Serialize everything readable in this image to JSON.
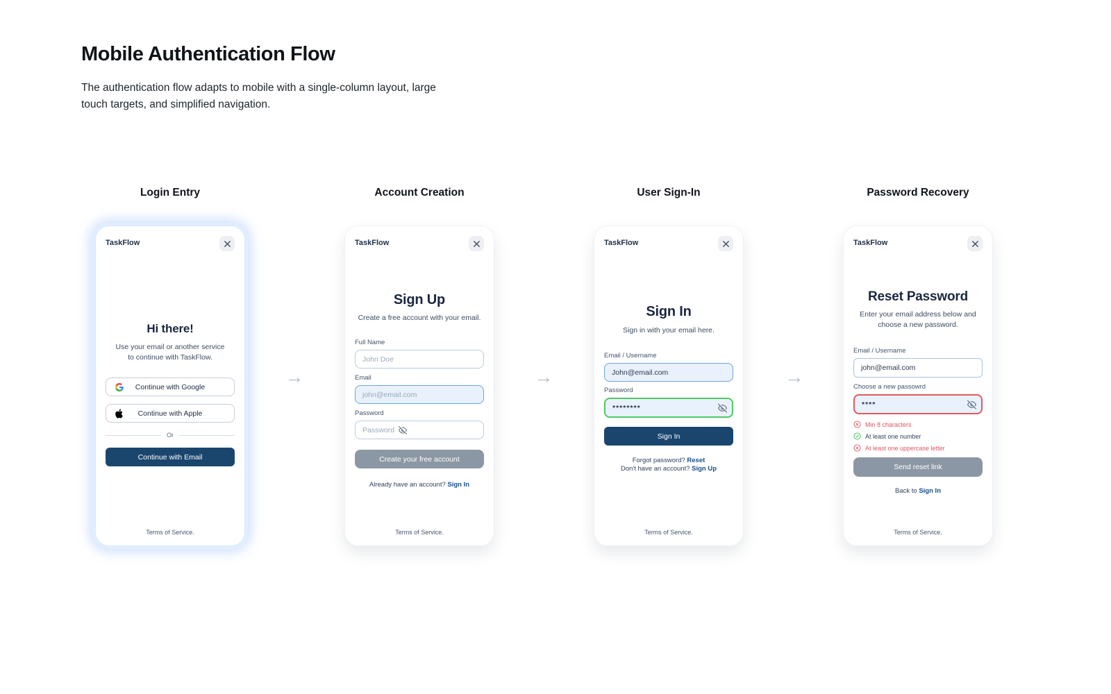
{
  "header": {
    "title": "Mobile Authentication Flow",
    "subtitle": "The authentication flow adapts to mobile with a single-column layout, large touch targets, and simplified navigation."
  },
  "icons": {
    "arrow_right": "→"
  },
  "colors": {
    "navy_button": "#1a466e",
    "disabled_button": "#8c97a5",
    "focus_border": "#6fa3da",
    "focus_bg": "#e8f1fc",
    "valid_green": "#4fc863",
    "error_red": "#e05a5a",
    "link_navy": "#174e8c",
    "highlight_glow": "#e1eeff"
  },
  "screens": {
    "login_entry": {
      "label": "Login Entry",
      "brand": "TaskFlow",
      "heading": "Hi there!",
      "subheading": "Use your email or another service to continue with TaskFlow.",
      "google_button": "Continue with Google",
      "apple_button": "Continue with Apple",
      "divider": "Or",
      "email_button": "Continue with Email",
      "footer": "Terms of Service."
    },
    "account_creation": {
      "label": "Account Creation",
      "brand": "TaskFlow",
      "heading": "Sign Up",
      "subheading": "Create a free account with your email.",
      "full_name": {
        "label": "Full Name",
        "placeholder": "John Doe"
      },
      "email": {
        "label": "Email",
        "placeholder": "john@email.com"
      },
      "password": {
        "label": "Password",
        "placeholder": "Password"
      },
      "submit_button": "Create your free account",
      "signin_prompt": "Already have an account?",
      "signin_link": "Sign In",
      "footer": "Terms of Service."
    },
    "user_signin": {
      "label": "User Sign-In",
      "brand": "TaskFlow",
      "heading": "Sign In",
      "subheading": "Sign in with your email here.",
      "email": {
        "label": "Email / Username",
        "value": "John@email.com"
      },
      "password": {
        "label": "Password",
        "value": "********"
      },
      "submit_button": "Sign In",
      "forgot_prompt": "Forgot password?",
      "forgot_link": "Reset",
      "signup_prompt": "Don't have an account?",
      "signup_link": "Sign Up",
      "footer": "Terms of Service."
    },
    "password_recovery": {
      "label": "Password Recovery",
      "brand": "TaskFlow",
      "heading": "Reset Password",
      "subheading": "Enter your email address below and choose a new password.",
      "email": {
        "label": "Email / Username",
        "value": "john@email.com"
      },
      "password": {
        "label": "Choose a new passowrd",
        "value": "****"
      },
      "validation": [
        {
          "state": "fail",
          "text": "Min 8 characters"
        },
        {
          "state": "pass",
          "text": "At least one number"
        },
        {
          "state": "fail",
          "text": "At least one uppercase letter"
        }
      ],
      "submit_button": "Send reset link",
      "back_prompt": "Back to",
      "back_link": "Sign In",
      "footer": "Terms of Service."
    }
  }
}
